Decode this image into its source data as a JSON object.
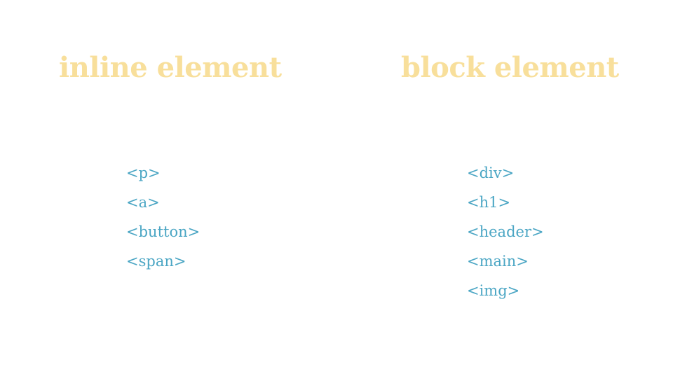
{
  "colors": {
    "background": "#ffffff",
    "heading": "#f8df9b",
    "tag": "#4ba6c4"
  },
  "inline": {
    "title": "inline element",
    "items": [
      "<p>",
      "<a>",
      "<button>",
      "<span>"
    ]
  },
  "block": {
    "title": "block element",
    "items": [
      "<div>",
      "<h1>",
      "<header>",
      "<main>",
      "<img>"
    ]
  }
}
